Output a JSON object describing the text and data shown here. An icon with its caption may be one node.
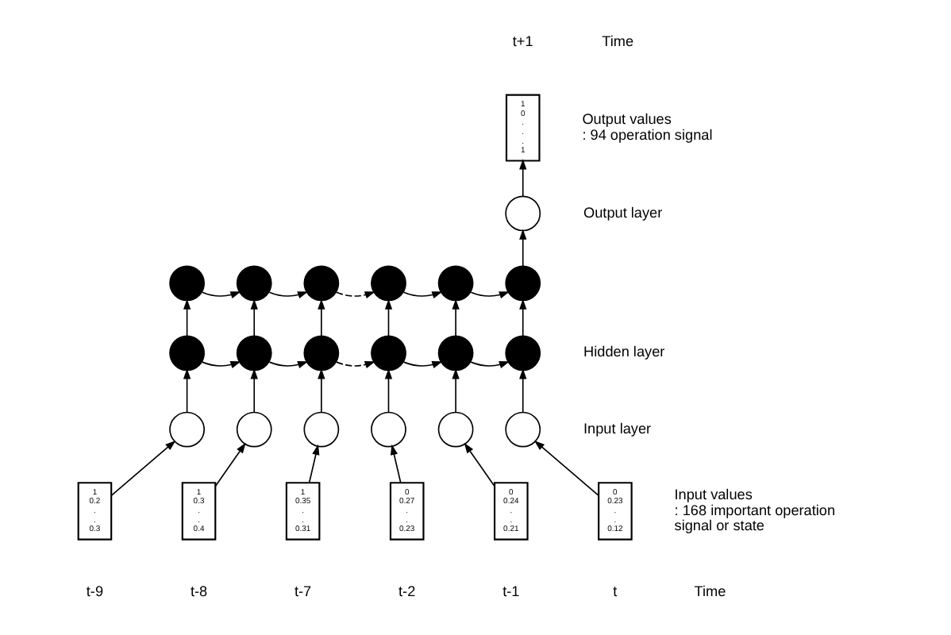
{
  "diagram": {
    "nodes": [
      {
        "text": [
          "1 0 . . . 1"
        ],
        "beside": [
          "t+1"
        ]
      },
      {
        "text": [],
        "shape": "circle"
      },
      {
        "text": [],
        "shape": "circle"
      },
      {
        "text": [],
        "shape": "circle"
      },
      {
        "text": [],
        "shape": "circle"
      },
      {
        "text": [],
        "shape": "circle"
      },
      {
        "text": [],
        "shape": "circle"
      },
      {
        "text": [],
        "shape": "circle"
      },
      {
        "text": [],
        "shape": "circle"
      },
      {
        "text": [],
        "shape": "circle"
      },
      {
        "text": [],
        "shape": "circle"
      },
      {
        "text": [],
        "shape": "circle"
      },
      {
        "text": [],
        "shape": "circle"
      },
      {
        "text": [],
        "shape": "circle"
      },
      {
        "text": [],
        "shape": "circle"
      },
      {
        "text": [],
        "shape": "circle"
      },
      {
        "text": [],
        "shape": "circle"
      },
      {
        "text": [],
        "shape": "circle"
      },
      {
        "text": [],
        "shape": "circle"
      },
      {
        "text": [],
        "shape": "circle"
      },
      {
        "text": [
          "1 0.2 . . 0.3"
        ],
        "beside": [
          "t-9"
        ]
      },
      {
        "text": [
          "1 0.3 . . 0.4"
        ],
        "beside": [
          "t-8"
        ]
      },
      {
        "text": [
          "1 0.35 . . 0.31"
        ],
        "beside": [
          "t-7"
        ]
      },
      {
        "text": [
          "0 0.27 . . 0.23"
        ],
        "beside": [
          "t-2"
        ]
      },
      {
        "text": [
          "0 0.24 . . 0.21"
        ],
        "beside": [
          "t-1"
        ]
      },
      {
        "text": [
          "0 0.23 . . 0.12"
        ],
        "beside": [
          "t"
        ]
      }
    ],
    "edges": [
      {
        "from": 20,
        "to": 14,
        "arrow": "to"
      },
      {
        "from": 21,
        "to": 15,
        "arrow": "to"
      },
      {
        "from": 22,
        "to": 16,
        "arrow": "to"
      },
      {
        "from": 23,
        "to": 17,
        "arrow": "to"
      },
      {
        "from": 24,
        "to": 18,
        "arrow": "to"
      },
      {
        "from": 25,
        "to": 19,
        "arrow": "to"
      },
      {
        "from": 14,
        "to": 8,
        "arrow": "to"
      },
      {
        "from": 15,
        "to": 9,
        "arrow": "to"
      },
      {
        "from": 16,
        "to": 10,
        "arrow": "to"
      },
      {
        "from": 17,
        "to": 11,
        "arrow": "to"
      },
      {
        "from": 18,
        "to": 12,
        "arrow": "to"
      },
      {
        "from": 19,
        "to": 13,
        "arrow": "to"
      },
      {
        "from": 8,
        "to": 2,
        "arrow": "to"
      },
      {
        "from": 9,
        "to": 3,
        "arrow": "to"
      },
      {
        "from": 10,
        "to": 4,
        "arrow": "to"
      },
      {
        "from": 11,
        "to": 5,
        "arrow": "to"
      },
      {
        "from": 12,
        "to": 6,
        "arrow": "to"
      },
      {
        "from": 13,
        "to": 7,
        "arrow": "to"
      },
      {
        "from": 2,
        "to": 3,
        "arrow": "to"
      },
      {
        "from": 3,
        "to": 4,
        "arrow": "to"
      },
      {
        "from": 4,
        "to": 5,
        "arrow": "to",
        "style": "dashed"
      },
      {
        "from": 5,
        "to": 6,
        "arrow": "to"
      },
      {
        "from": 6,
        "to": 7,
        "arrow": "to"
      },
      {
        "from": 8,
        "to": 9,
        "arrow": "to"
      },
      {
        "from": 9,
        "to": 10,
        "arrow": "to"
      },
      {
        "from": 10,
        "to": 11,
        "arrow": "to",
        "style": "dashed"
      },
      {
        "from": 11,
        "to": 12,
        "arrow": "to"
      },
      {
        "from": 12,
        "to": 13,
        "arrow": "to"
      },
      {
        "from": 7,
        "to": 1,
        "arrow": "to"
      },
      {
        "from": 1,
        "to": 0,
        "arrow": "to"
      }
    ],
    "labels": [
      "Time",
      "Output values : 94 operation signal",
      "Output layer",
      "Hidden layer",
      "Input layer",
      "Input values : 168 important operation signal or state",
      "Time"
    ]
  }
}
